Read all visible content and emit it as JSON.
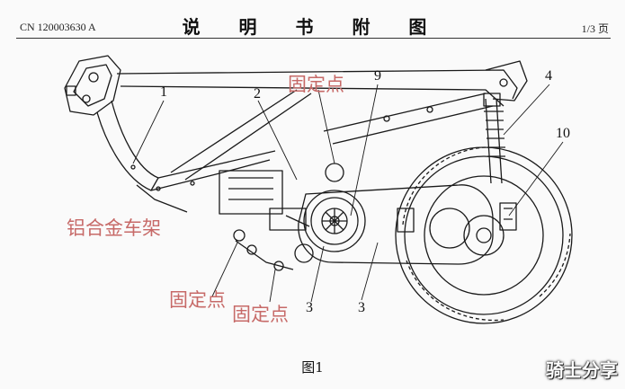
{
  "header": {
    "patent_number": "CN 120003630 A",
    "title": "说 明 书 附 图",
    "page": "1/3 页"
  },
  "annotations": {
    "fixed_point_top": "固定点",
    "frame_material": "铝合金车架",
    "fixed_point_bottom_left": "固定点",
    "fixed_point_bottom_right": "固定点"
  },
  "reference_numerals": [
    "1",
    "2",
    "9",
    "4",
    "10",
    "3",
    "3"
  ],
  "figure_caption": "图1",
  "watermark": "骑士分享"
}
